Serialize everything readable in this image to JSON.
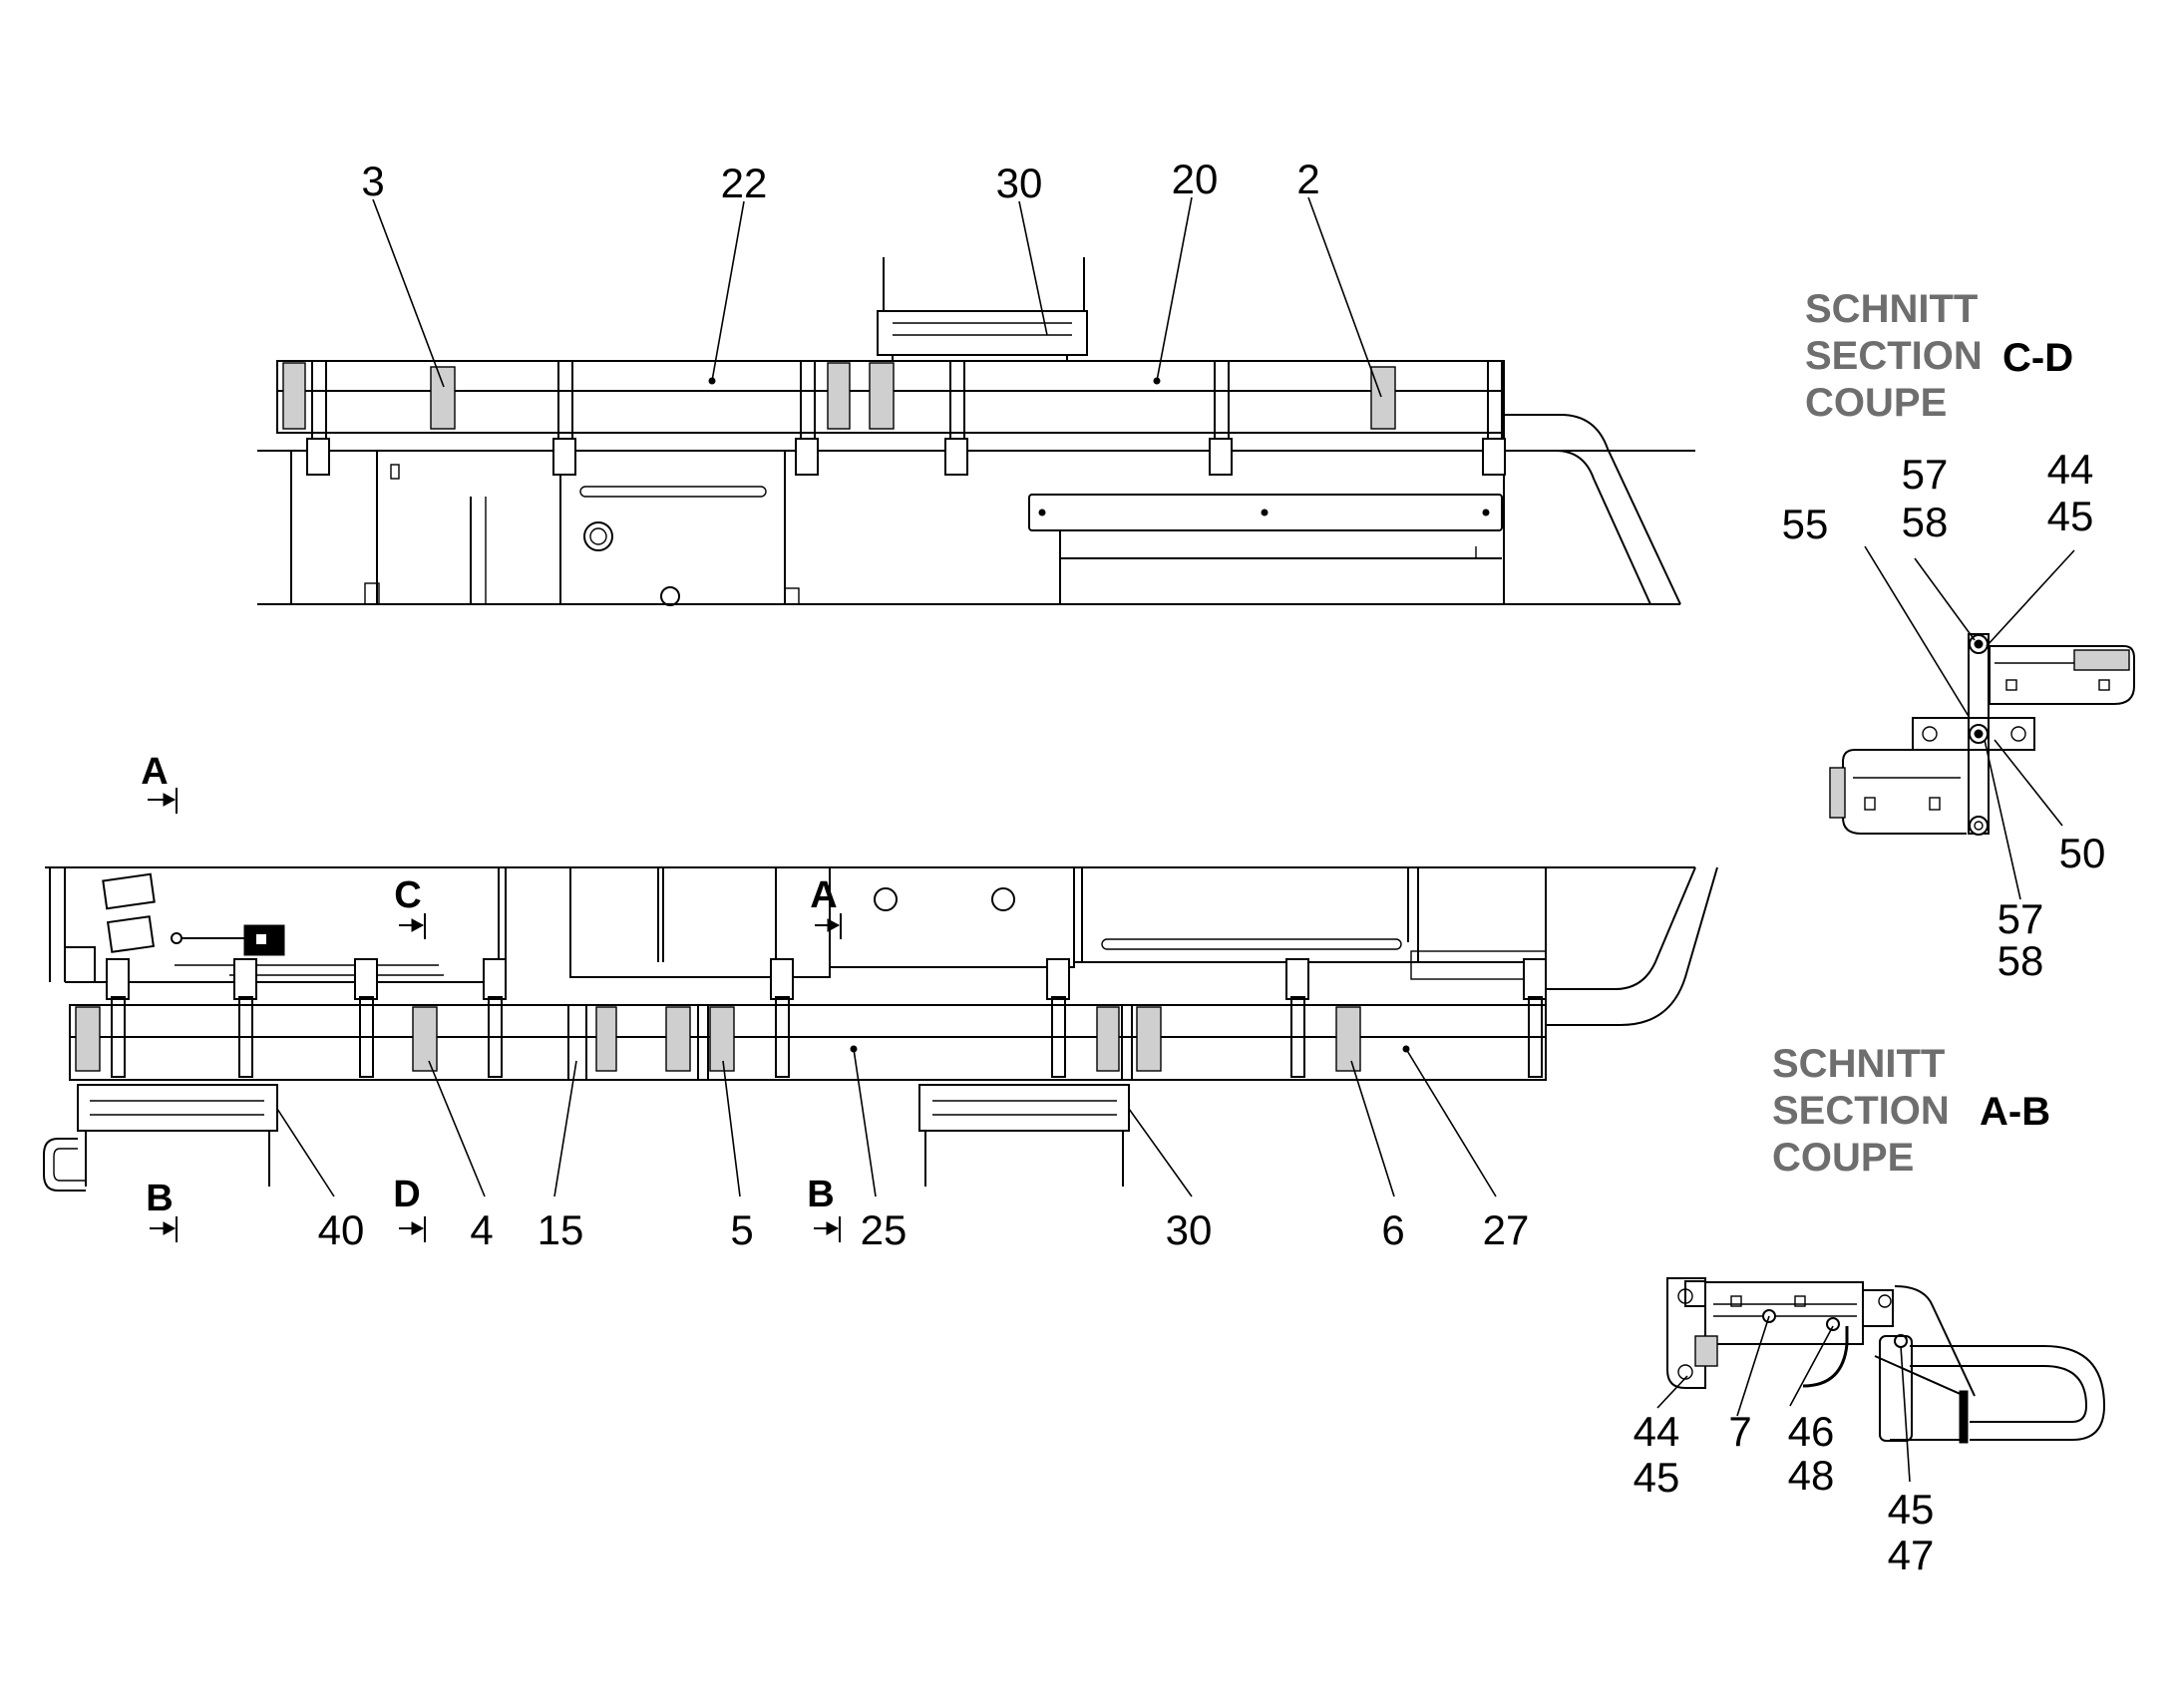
{
  "top_view": {
    "callouts": [
      "3",
      "22",
      "30",
      "20",
      "2"
    ]
  },
  "bottom_view": {
    "callouts": [
      "40",
      "4",
      "15",
      "5",
      "25",
      "30",
      "6",
      "27"
    ],
    "cut_marks": [
      "A",
      "C",
      "A",
      "B",
      "D",
      "B"
    ]
  },
  "section_cd": {
    "heading": [
      "SCHNITT",
      "SECTION",
      "COUPE"
    ],
    "id": "C-D",
    "callouts": [
      "55",
      "57",
      "58",
      "44",
      "45",
      "50",
      "57",
      "58"
    ]
  },
  "section_ab": {
    "heading": [
      "SCHNITT",
      "SECTION",
      "COUPE"
    ],
    "id": "A-B",
    "callouts": [
      "44",
      "45",
      "7",
      "46",
      "48",
      "45",
      "47"
    ]
  },
  "colors": {
    "line": "#000000",
    "heading_grey": "#6e6e6e"
  }
}
